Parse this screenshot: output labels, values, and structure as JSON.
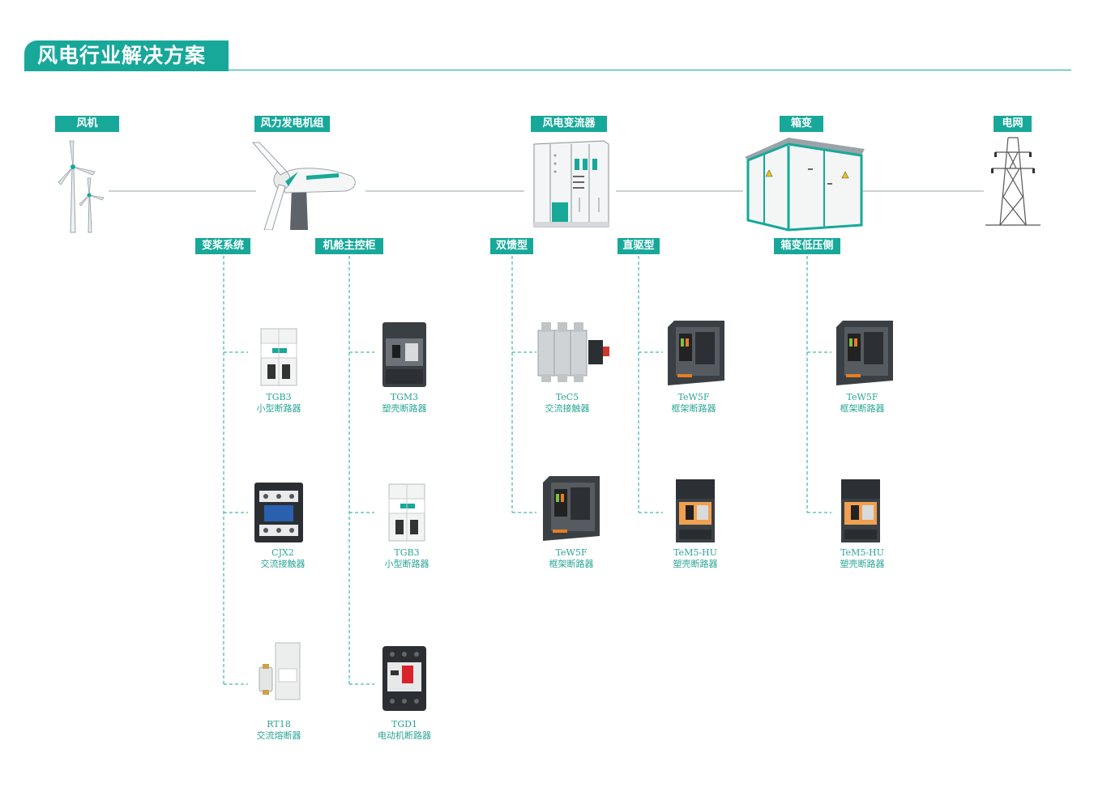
{
  "title": "风电行业解决方案",
  "colors": {
    "accent": "#17a89a",
    "caption": "#2aa596",
    "line": "#9aa3a8",
    "dark": "#3a3f44"
  },
  "stages": [
    {
      "id": "fan",
      "label": "风机",
      "icon": "wind-turbine-icon"
    },
    {
      "id": "genset",
      "label": "风力发电机组",
      "icon": "nacelle-icon"
    },
    {
      "id": "converter",
      "label": "风电变流器",
      "icon": "converter-cabinet-icon"
    },
    {
      "id": "box",
      "label": "箱变",
      "icon": "box-substation-icon"
    },
    {
      "id": "grid",
      "label": "电网",
      "icon": "power-tower-icon"
    }
  ],
  "branches": [
    {
      "id": "pitch",
      "label": "变桨系统",
      "products": [
        {
          "model": "TGB3",
          "name": "小型断路器",
          "icon": "mcb-icon"
        },
        {
          "model": "CJX2",
          "name": "交流接触器",
          "icon": "contactor-icon"
        },
        {
          "model": "RT18",
          "name": "交流熔断器",
          "icon": "fuse-holder-icon"
        }
      ]
    },
    {
      "id": "nacelle",
      "label": "机舱主控柜",
      "products": [
        {
          "model": "TGM3",
          "name": "塑壳断路器",
          "icon": "mccb-icon"
        },
        {
          "model": "TGB3",
          "name": "小型断路器",
          "icon": "mcb-icon"
        },
        {
          "model": "TGD1",
          "name": "电动机断路器",
          "icon": "motor-breaker-icon"
        }
      ]
    },
    {
      "id": "dfig",
      "label": "双馈型",
      "products": [
        {
          "model": "TeC5",
          "name": "交流接触器",
          "icon": "large-contactor-icon"
        },
        {
          "model": "TeW5F",
          "name": "框架断路器",
          "icon": "acb-icon"
        }
      ]
    },
    {
      "id": "direct",
      "label": "直驱型",
      "products": [
        {
          "model": "TeW5F",
          "name": "框架断路器",
          "icon": "acb-icon"
        },
        {
          "model": "TeM5-HU",
          "name": "塑壳断路器",
          "icon": "mccb-hu-icon"
        }
      ]
    },
    {
      "id": "lowside",
      "label": "箱变低压侧",
      "products": [
        {
          "model": "TeW5F",
          "name": "框架断路器",
          "icon": "acb-icon"
        },
        {
          "model": "TeM5-HU",
          "name": "塑壳断路器",
          "icon": "mccb-hu-icon"
        }
      ]
    }
  ]
}
